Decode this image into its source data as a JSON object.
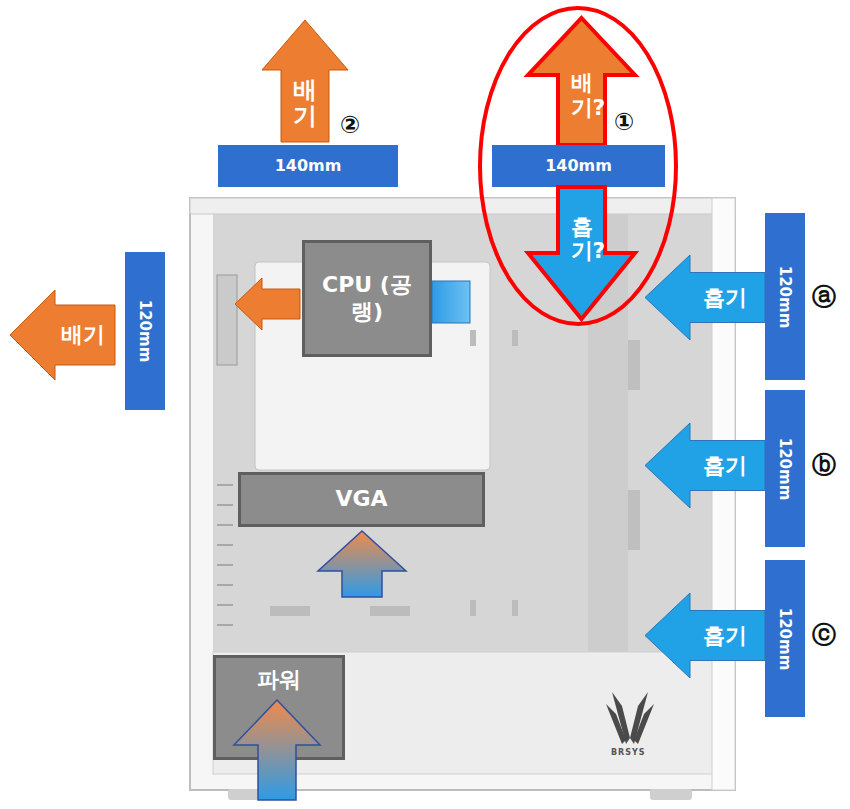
{
  "diagram": {
    "nodes": [
      {
        "text": [
          "배기"
        ]
      },
      {
        "text": [
          "배기?"
        ]
      },
      {
        "text": [
          "140mm"
        ]
      },
      {
        "text": [
          "140mm"
        ]
      },
      {
        "text": [
          "흡기?"
        ]
      },
      {
        "text": [
          "CPU (공랭)"
        ]
      },
      {
        "text": [
          "흡기"
        ]
      },
      {
        "text": [
          "120mm"
        ]
      },
      {
        "text": [
          "배기"
        ]
      },
      {
        "text": [
          "120mm"
        ]
      },
      {
        "text": [
          "VGA"
        ]
      },
      {
        "text": [
          "흡기"
        ]
      },
      {
        "text": [
          "120mm"
        ]
      },
      {
        "text": [
          "흡기"
        ]
      },
      {
        "text": [
          "120mm"
        ]
      },
      {
        "text": [
          "파워"
        ]
      }
    ],
    "labels": [
      "②",
      "①",
      "ⓐ",
      "ⓑ",
      "ⓒ",
      "BRSYS"
    ]
  }
}
